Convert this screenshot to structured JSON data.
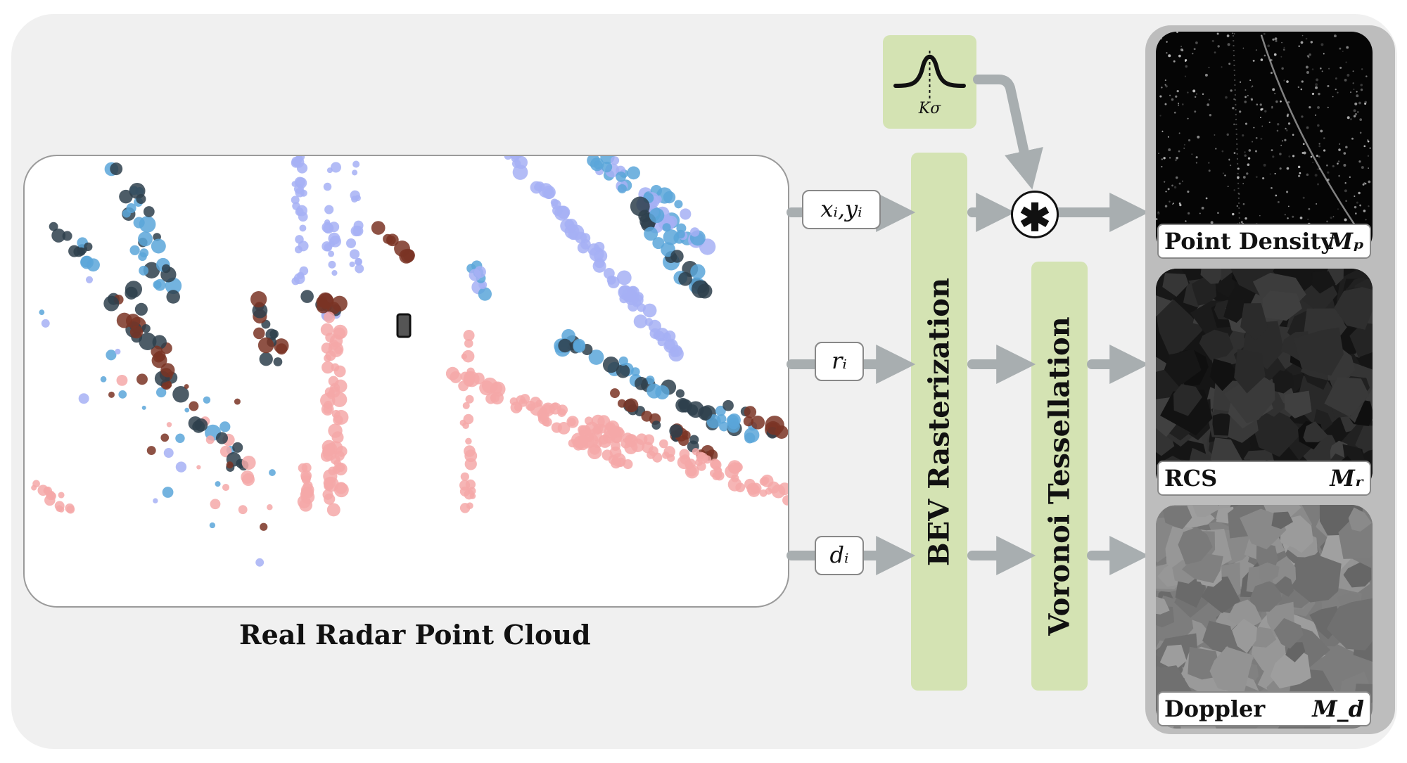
{
  "caption": "Real Radar Point Cloud",
  "inputs": {
    "xy": "xᵢ,yᵢ",
    "r": "rᵢ",
    "d": "dᵢ"
  },
  "kernel": {
    "label": "Kσ"
  },
  "operator": "✱",
  "stages": {
    "bev": "BEV Rasterization",
    "voronoi": "Voronoi Tessellation"
  },
  "outputs": {
    "density": {
      "name": "Point Density",
      "symbol": "Mₚ"
    },
    "rcs": {
      "name": "RCS",
      "symbol": "Mᵣ"
    },
    "doppler": {
      "name": "Doppler",
      "symbol": "M_d"
    }
  },
  "colors": {
    "green": "#d4e3b3",
    "arrow": "#a8aeb0",
    "point_far": "#a6b0f5",
    "point_mid": "#5ba6d9",
    "point_dark": "#2e3f4c",
    "point_brown": "#7a3424",
    "point_near": "#f4a8a8"
  },
  "icons": {
    "ego_vehicle": "car-icon",
    "kernel": "gaussian-icon"
  }
}
